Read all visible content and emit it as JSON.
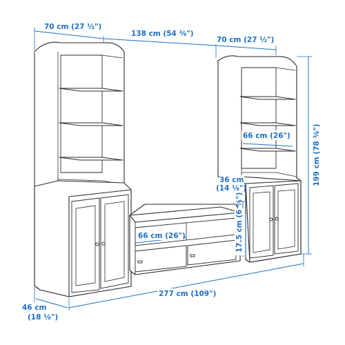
{
  "dimensions": {
    "left_unit_width": "70 cm (27 ½\")",
    "middle_gap_width": "138 cm (54 ⅜\")",
    "right_unit_width": "70 cm (27 ½\")",
    "shelf_inner_width": "66 cm (26\")",
    "bench_height": "36 cm",
    "bench_height_inch": "(14 ⅛\")",
    "tv_drawer_width": "66 cm (26\")",
    "drawer_height": "17.5 cm (6 ⅗\")",
    "total_height": "199 cm (78 ⅜\")",
    "depth": "46 cm",
    "depth_inch": "(18 ⅛\")",
    "total_width": "277 cm (109\")"
  },
  "colors": {
    "dimension": "#1e6fc3",
    "ink": "#2a2a2a"
  }
}
